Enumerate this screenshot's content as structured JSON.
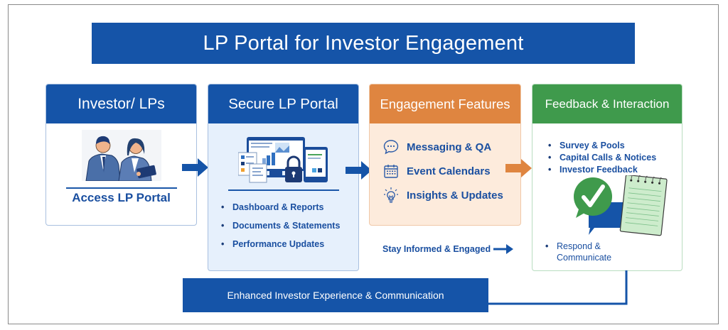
{
  "title": "LP Portal for Investor Engagement",
  "colors": {
    "primary_blue": "#1554a8",
    "orange": "#df8540",
    "green": "#3f9a4c",
    "text_blue": "#1a4fa0"
  },
  "cards": [
    {
      "title": "Investor/ LPs",
      "illustration": "investors-illustration",
      "caption": "Access LP Portal"
    },
    {
      "title": "Secure LP Portal",
      "illustration": "secure-portal-devices-illustration",
      "items": [
        "Dashboard & Reports",
        "Documents & Statements",
        "Performance Updates"
      ]
    },
    {
      "title": "Engagement Features",
      "features": [
        {
          "icon": "chat-bubble-icon",
          "label": "Messaging & QA"
        },
        {
          "icon": "calendar-icon",
          "label": "Event Calendars"
        },
        {
          "icon": "lightbulb-icon",
          "label": "Insights & Updates"
        }
      ],
      "footer": "Stay Informed & Engaged"
    },
    {
      "title": "Feedback & Interaction",
      "items": [
        "Survey & Pools",
        "Capital Calls & Notices",
        "Investor Feedback"
      ],
      "illustration": "feedback-checkmark-notepad-illustration",
      "footer_item": [
        "Respond &",
        "Communicate"
      ]
    }
  ],
  "bottom_bar": "Enhanced Investor Experience & Communication"
}
